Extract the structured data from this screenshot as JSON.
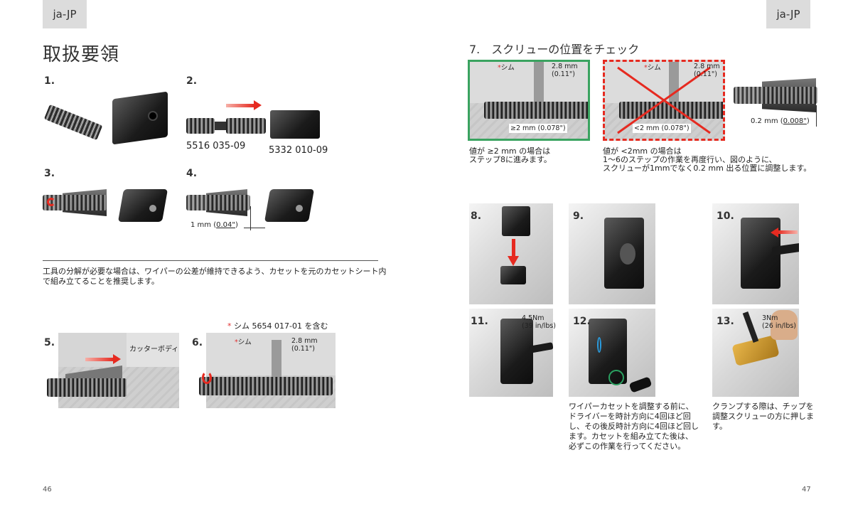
{
  "page_left": {
    "lang": "ja-JP",
    "title": "取扱要領",
    "steps": {
      "s1": "1.",
      "s2": "2.",
      "s3": "3.",
      "s4": "4.",
      "s5": "5.",
      "s6": "6."
    },
    "part_screw": "5516 035-09",
    "part_cassette": "5332 010-09",
    "dim_1mm_prefix": "1 mm (",
    "dim_1mm_value": "0.04\"",
    "dim_1mm_suffix": ")",
    "paragraph": "工具の分解が必要な場合は、ワイパーの公差が維持できるよう、カセットを元のカセットシート内で組み立てることを推奨します。",
    "shim_note_star": "*",
    "shim_note": "シム 5654 017-01 を含む",
    "cutter_body": "カッターボディ",
    "shim_label": "シム",
    "shim_star": "*",
    "dim28": "2.8 mm",
    "dim28_in": "(0.11\")",
    "page_number": "46"
  },
  "page_right": {
    "lang": "ja-JP",
    "step7_title": "7.　スクリューの位置をチェック",
    "shim_label": "シム",
    "shim_star": "*",
    "dim28": "2.8 mm",
    "dim28_in": "(0.11\")",
    "ok_gap": "≥2 mm (0.078\")",
    "ng_gap": "<2 mm (0.078\")",
    "protrude_prefix": "0.2 mm (",
    "protrude_value": "0.008\"",
    "protrude_suffix": ")",
    "ok_text_1": "値が ≥2 mm の場合は",
    "ok_text_2": "ステップ8に進みます。",
    "ng_text_1": "値が <2mm の場合は",
    "ng_text_2": "1〜6のステップの作業を再度行い、図のように、",
    "ng_text_3": "スクリューが1mmでなく0.2 mm 出る位置に調整します。",
    "steps": {
      "s8": "8.",
      "s9": "9.",
      "s10": "10.",
      "s11": "11.",
      "s12": "12.",
      "s13": "13."
    },
    "torque11": "4.5Nm",
    "torque11_in": "(39 in/lbs)",
    "torque13": "3Nm",
    "torque13_in": "(26 in/lbs)",
    "caption12": "ワイパーカセットを調整する前に、ドライバーを時計方向に4回ほど回し、その後反時計方向に4回ほど回します。カセットを組み立てた後は、必ずこの作業を行ってください。",
    "caption13": "クランプする際は、チップを調整スクリューの方に押します。",
    "page_number": "47"
  },
  "colors": {
    "accent_red": "#e62a20",
    "ok_green": "#3aa360",
    "tab_grey": "#dcdcdc"
  }
}
